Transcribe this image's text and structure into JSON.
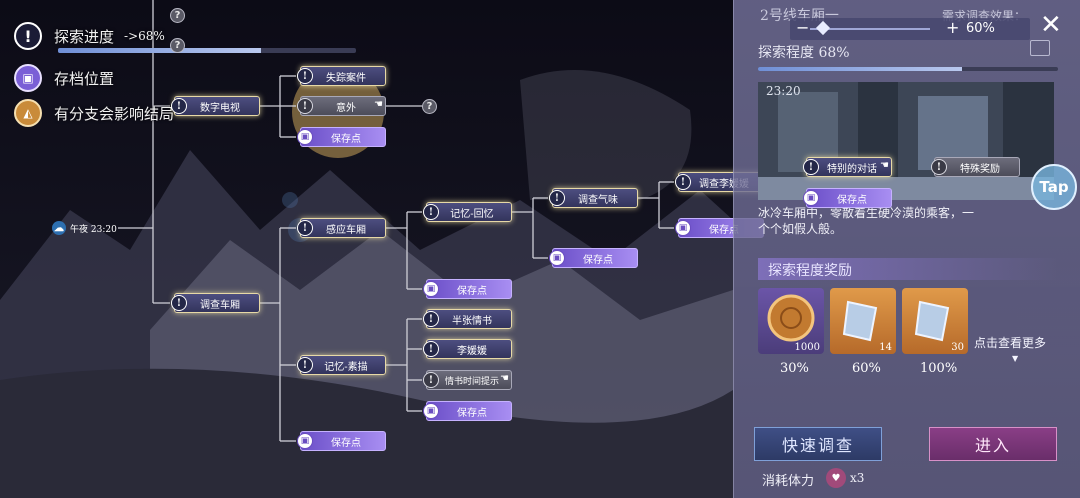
{
  "legend": {
    "progress_label": "探索进度",
    "progress_value": "->68%",
    "save_label": "存档位置",
    "branch_label": "有分支会影响结局",
    "progress_fraction": 0.68
  },
  "tree": {
    "start": "午夜 23:20",
    "nodes": {
      "digital_tv": "数字电视",
      "investigate_carriage": "调查车厢",
      "missing_case": "失踪案件",
      "accident": "意外",
      "save_1": "保存点",
      "sense_carriage": "感应车厢",
      "memory_sketch": "记忆-素描",
      "memory_past": "记忆-回忆",
      "save_2": "保存点",
      "letter_half": "半张情书",
      "li_yuanyuan_1": "李媛媛",
      "letter_hint": "情书时间提示",
      "save_3": "保存点",
      "save_4": "保存点",
      "investigate_air": "调查气味",
      "save_5": "保存点",
      "investigate_li": "调查李媛媛",
      "save_6": "保存点",
      "special_dialog": "特别的对话",
      "special_reward": "特殊奖励",
      "save_7": "保存点"
    },
    "unknown_mark": "?"
  },
  "panel": {
    "title": "2号线车厢一",
    "requirement": "需求调查效果：",
    "zoom_minus": "−",
    "zoom_plus": "+",
    "zoom_value": "60%",
    "zoom_fraction": 0.6,
    "progress_label": "探索程度 68%",
    "progress_fraction": 0.68,
    "scene_time": "23:20",
    "desc_line1": "冰冷车厢中，零散着生硬冷漠的乘客，一",
    "desc_line2": "个个如假人般。",
    "reward_title": "探索程度奖励",
    "rewards": [
      {
        "count": "1000",
        "percent": "30%"
      },
      {
        "count": "14",
        "percent": "60%"
      },
      {
        "count": "30",
        "percent": "100%"
      }
    ],
    "see_more": "点击查看更多",
    "quick_btn": "快速调查",
    "enter_btn": "进入",
    "stamina_label": "消耗体力",
    "stamina_count": "x3",
    "tap_label": "Tap"
  },
  "colors": {
    "save_node": "#8f74e8",
    "event_border": "#e7d9a6",
    "panel_bg": "#6e6c96"
  }
}
